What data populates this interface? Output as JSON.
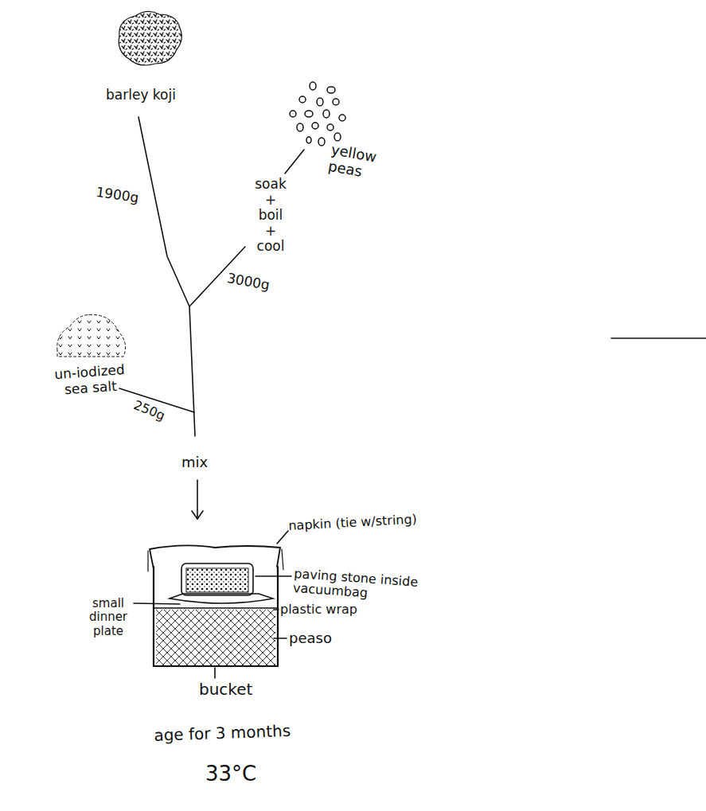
{
  "diagram": {
    "labels": [
      "barley koji",
      "1900g",
      "yellow peas",
      "soak + boil + cool",
      "3000g",
      "un-iodized sea salt",
      "250g",
      "mix",
      "napkin (tie w/string)",
      "paving stone inside vacuumbag",
      "small dinner plate",
      "plastic wrap",
      "peaso",
      "bucket",
      "age for 3 months",
      "33°C"
    ]
  }
}
